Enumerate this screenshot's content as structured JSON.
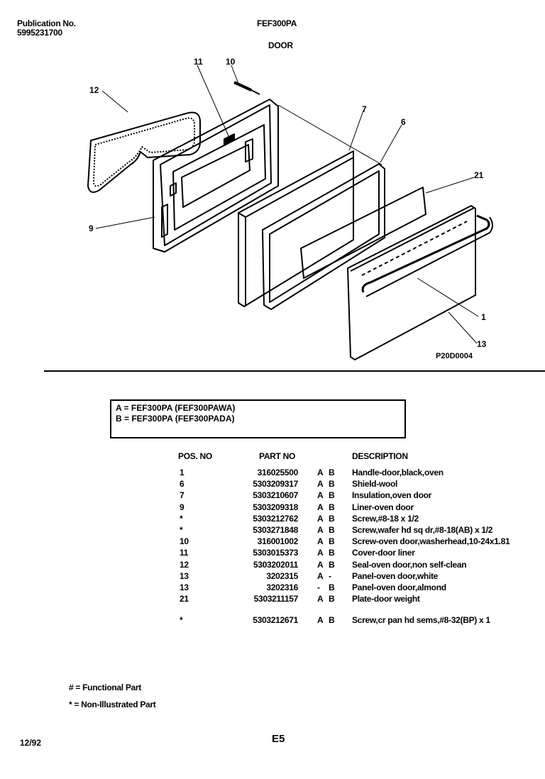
{
  "header": {
    "pub_label": "Publication No.",
    "pub_number": "5995231700",
    "model": "FEF300PA",
    "section": "DOOR"
  },
  "callouts": [
    "11",
    "10",
    "12",
    "7",
    "6",
    "21",
    "9",
    "1",
    "13"
  ],
  "diagram_code": "P20D0004",
  "legend": [
    "A = FEF300PA (FEF300PAWA)",
    "B = FEF300PA (FEF300PADA)"
  ],
  "table": {
    "headers": {
      "pos": "POS. NO",
      "part": "PART NO",
      "desc": "DESCRIPTION"
    },
    "rows": [
      {
        "pos": "1",
        "part": "316025500",
        "a": "A",
        "b": "B",
        "desc": "Handle-door,black,oven"
      },
      {
        "pos": "6",
        "part": "5303209317",
        "a": "A",
        "b": "B",
        "desc": "Shield-wool"
      },
      {
        "pos": "7",
        "part": "5303210607",
        "a": "A",
        "b": "B",
        "desc": "Insulation,oven door"
      },
      {
        "pos": "9",
        "part": "5303209318",
        "a": "A",
        "b": "B",
        "desc": "Liner-oven door"
      },
      {
        "pos": "*",
        "part": "5303212762",
        "a": "A",
        "b": "B",
        "desc": "Screw,#8-18 x 1/2"
      },
      {
        "pos": "*",
        "part": "5303271848",
        "a": "A",
        "b": "B",
        "desc": "Screw,wafer hd sq dr,#8-18(AB) x 1/2"
      },
      {
        "pos": "10",
        "part": "316001002",
        "a": "A",
        "b": "B",
        "desc": "Screw-oven door,washerhead,10-24x1.81"
      },
      {
        "pos": "11",
        "part": "5303015373",
        "a": "A",
        "b": "B",
        "desc": "Cover-door liner"
      },
      {
        "pos": "12",
        "part": "5303202011",
        "a": "A",
        "b": "B",
        "desc": "Seal-oven door,non self-clean"
      },
      {
        "pos": "13",
        "part": "3202315",
        "a": "A",
        "b": "-",
        "desc": "Panel-oven door,white"
      },
      {
        "pos": "13",
        "part": "3202316",
        "a": "-",
        "b": "B",
        "desc": "Panel-oven door,almond"
      },
      {
        "pos": "21",
        "part": "5303211157",
        "a": "A",
        "b": "B",
        "desc": "Plate-door weight"
      },
      {
        "pos": "*",
        "part": "5303212671",
        "a": "A",
        "b": "B",
        "desc": "Screw,cr pan hd sems,#8-32(BP) x 1",
        "gap": true
      }
    ]
  },
  "notes": [
    "# = Functional Part",
    "* = Non-Illustrated Part"
  ],
  "footer": {
    "date": "12/92",
    "page": "E5"
  }
}
